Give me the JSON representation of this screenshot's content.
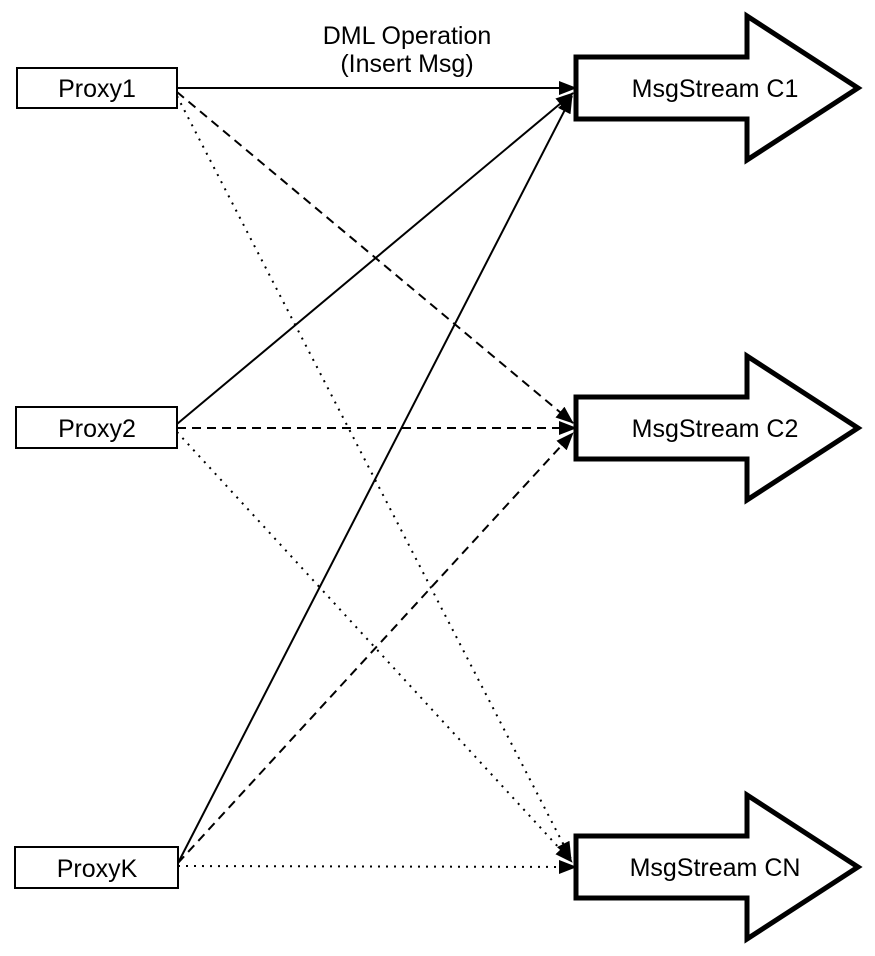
{
  "page": {
    "background": "#ffffff",
    "stroke_color": "#000000"
  },
  "diagram": {
    "annotation": {
      "line1": "DML Operation",
      "line2": "(Insert Msg)"
    },
    "proxies": [
      {
        "id": "proxy1",
        "label": "Proxy1"
      },
      {
        "id": "proxy2",
        "label": "Proxy2"
      },
      {
        "id": "proxyK",
        "label": "ProxyK"
      }
    ],
    "streams": [
      {
        "id": "c1",
        "label": "MsgStream C1"
      },
      {
        "id": "c2",
        "label": "MsgStream C2"
      },
      {
        "id": "cn",
        "label": "MsgStream CN"
      }
    ],
    "edges": [
      {
        "from": "proxy1",
        "to": "c1",
        "style": "solid"
      },
      {
        "from": "proxy1",
        "to": "c2",
        "style": "dashed"
      },
      {
        "from": "proxy1",
        "to": "cn",
        "style": "dotted"
      },
      {
        "from": "proxy2",
        "to": "c1",
        "style": "solid"
      },
      {
        "from": "proxy2",
        "to": "c2",
        "style": "dashed"
      },
      {
        "from": "proxy2",
        "to": "cn",
        "style": "dotted"
      },
      {
        "from": "proxyK",
        "to": "c1",
        "style": "solid"
      },
      {
        "from": "proxyK",
        "to": "c2",
        "style": "dashed"
      },
      {
        "from": "proxyK",
        "to": "cn",
        "style": "dotted"
      }
    ]
  }
}
